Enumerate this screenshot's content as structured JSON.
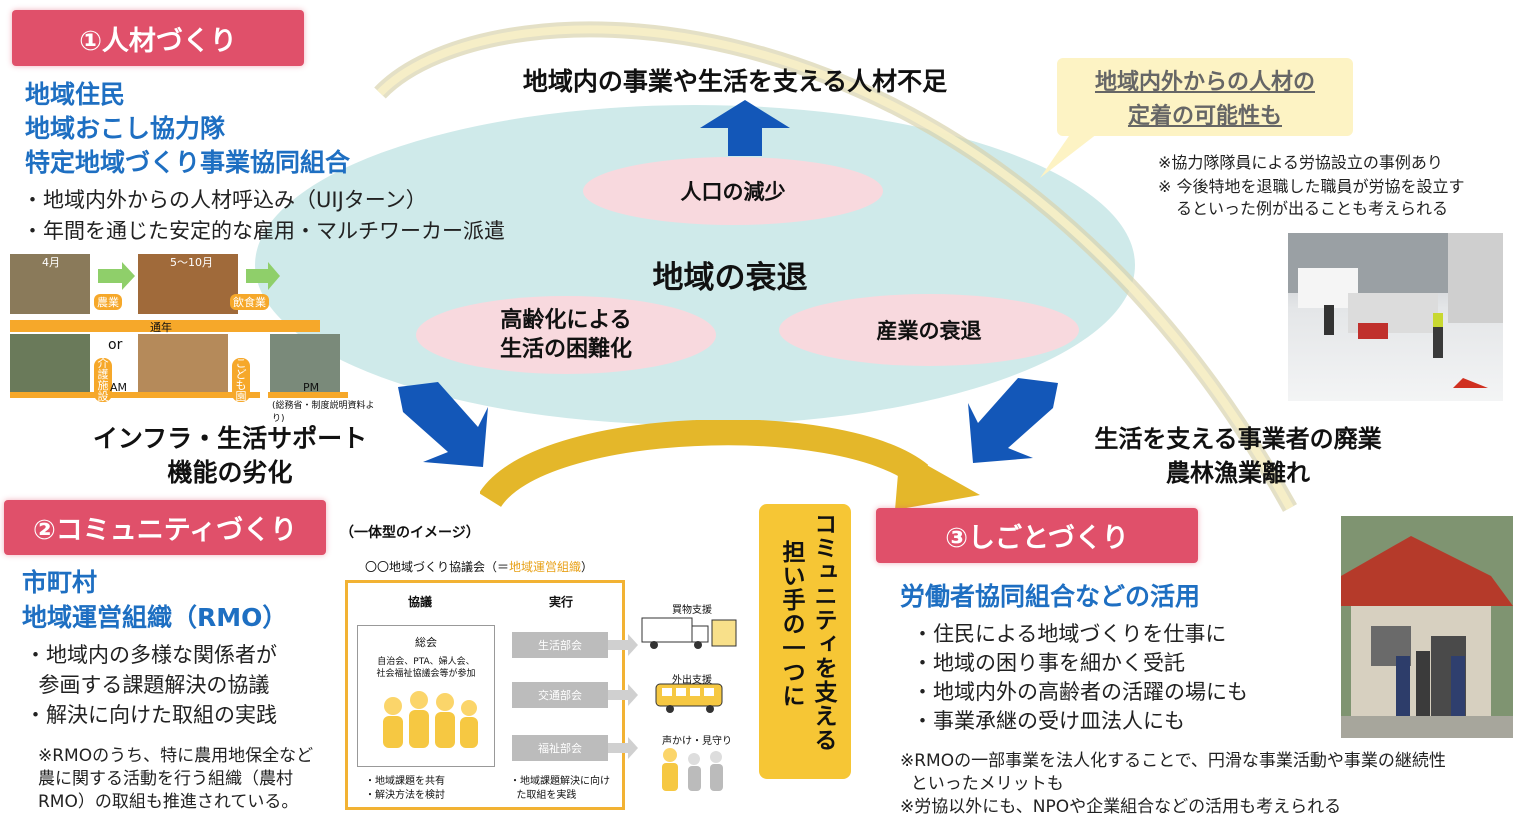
{
  "center": {
    "title": "地域の衰退",
    "pop_decline": "人口の減少",
    "aging": "高齢化による\n生活の困難化",
    "industry_decline": "産業の衰退"
  },
  "top_heading": "地域内の事業や生活を支える人材不足",
  "callout": {
    "line1": "地域内外からの人材の",
    "line2": "定着の可能性も",
    "note1": "※協力隊隊員による労協設立の事例あり",
    "note2": "※ 今後特地を退職した職員が労協を設立す",
    "note3": "るといった例が出ることも考えられる"
  },
  "section1": {
    "tab": "①人材づくり",
    "titles": [
      "地域住民",
      "地域おこし協力隊",
      "特定地域づくり事業協同組合"
    ],
    "bullets": [
      "・地域内外からの人材呼込み（UIJターン）",
      "・年間を通じた安定的な雇用・マルチワーカー派遣"
    ],
    "flow": {
      "top_labels": [
        "4月",
        "5～10月"
      ],
      "tags_top": [
        "農業",
        "飲食業"
      ],
      "mid_label": "通年",
      "or": "or",
      "tags_bottom": [
        "介護施設",
        "こども園"
      ],
      "am": "AM",
      "pm": "PM",
      "source": "(総務省・制度説明資料より)"
    }
  },
  "left_effect": "インフラ・生活サポート\n機能の劣化",
  "right_effect": "生活を支える事業者の廃業\n農林漁業離れ",
  "section2": {
    "tab": "②コミュニティづくり",
    "titles": [
      "市町村",
      "地域運営組織（RMO）"
    ],
    "bullets": [
      "・地域内の多様な関係者が",
      "  参画する課題解決の協議",
      "・解決に向けた取組の実践"
    ],
    "note": "※RMOのうち、特に農用地保全など\n農に関する活動を行う組織（農村\nRMO）の取組も推進されている。",
    "image_caption": "（一体型のイメージ）",
    "org_title_prefix": "〇〇地域づくり協議会（＝",
    "org_title_highlight": "地域運営組織",
    "org_title_suffix": "）",
    "col_kyougi": "協議",
    "col_jissen": "実行",
    "general_meeting": "総会",
    "participants": "自治会、PTA、婦人会、\n社会福祉協議会等が参加",
    "divisions": [
      "生活部会",
      "交通部会",
      "福祉部会"
    ],
    "services": [
      "買物支援",
      "外出支援",
      "声かけ・見守り"
    ],
    "left_bullets": [
      "・地域課題を共有",
      "・解決方法を検討"
    ],
    "right_bullets": [
      "・地域課題解決に向け",
      "  た取組を実践"
    ]
  },
  "vertical_banner": {
    "col1": "コミュニティを支える",
    "col2": "担い手の一つに"
  },
  "section3": {
    "tab": "③しごとづくり",
    "title": "労働者協同組合などの活用",
    "bullets": [
      "・住民による地域づくりを仕事に",
      "・地域の困り事を細かく受託",
      "・地域内外の高齢者の活躍の場にも",
      "・事業承継の受け皿法人にも"
    ],
    "notes": [
      "※RMOの一部事業を法人化することで、円滑な事業活動や事業の継続性",
      "  といったメリットも",
      "※労協以外にも、NPOや企業組合などの活用も考えられる"
    ]
  },
  "colors": {
    "tab_pink": "#e0506a",
    "title_blue": "#1e6fc2",
    "ellipse": "#cfeaea",
    "inner_ellipse": "#f8d9de",
    "arrow_blue": "#1357b8",
    "arrow_gold": "#e4b72a",
    "callout_yellow": "#fdf3c4"
  }
}
